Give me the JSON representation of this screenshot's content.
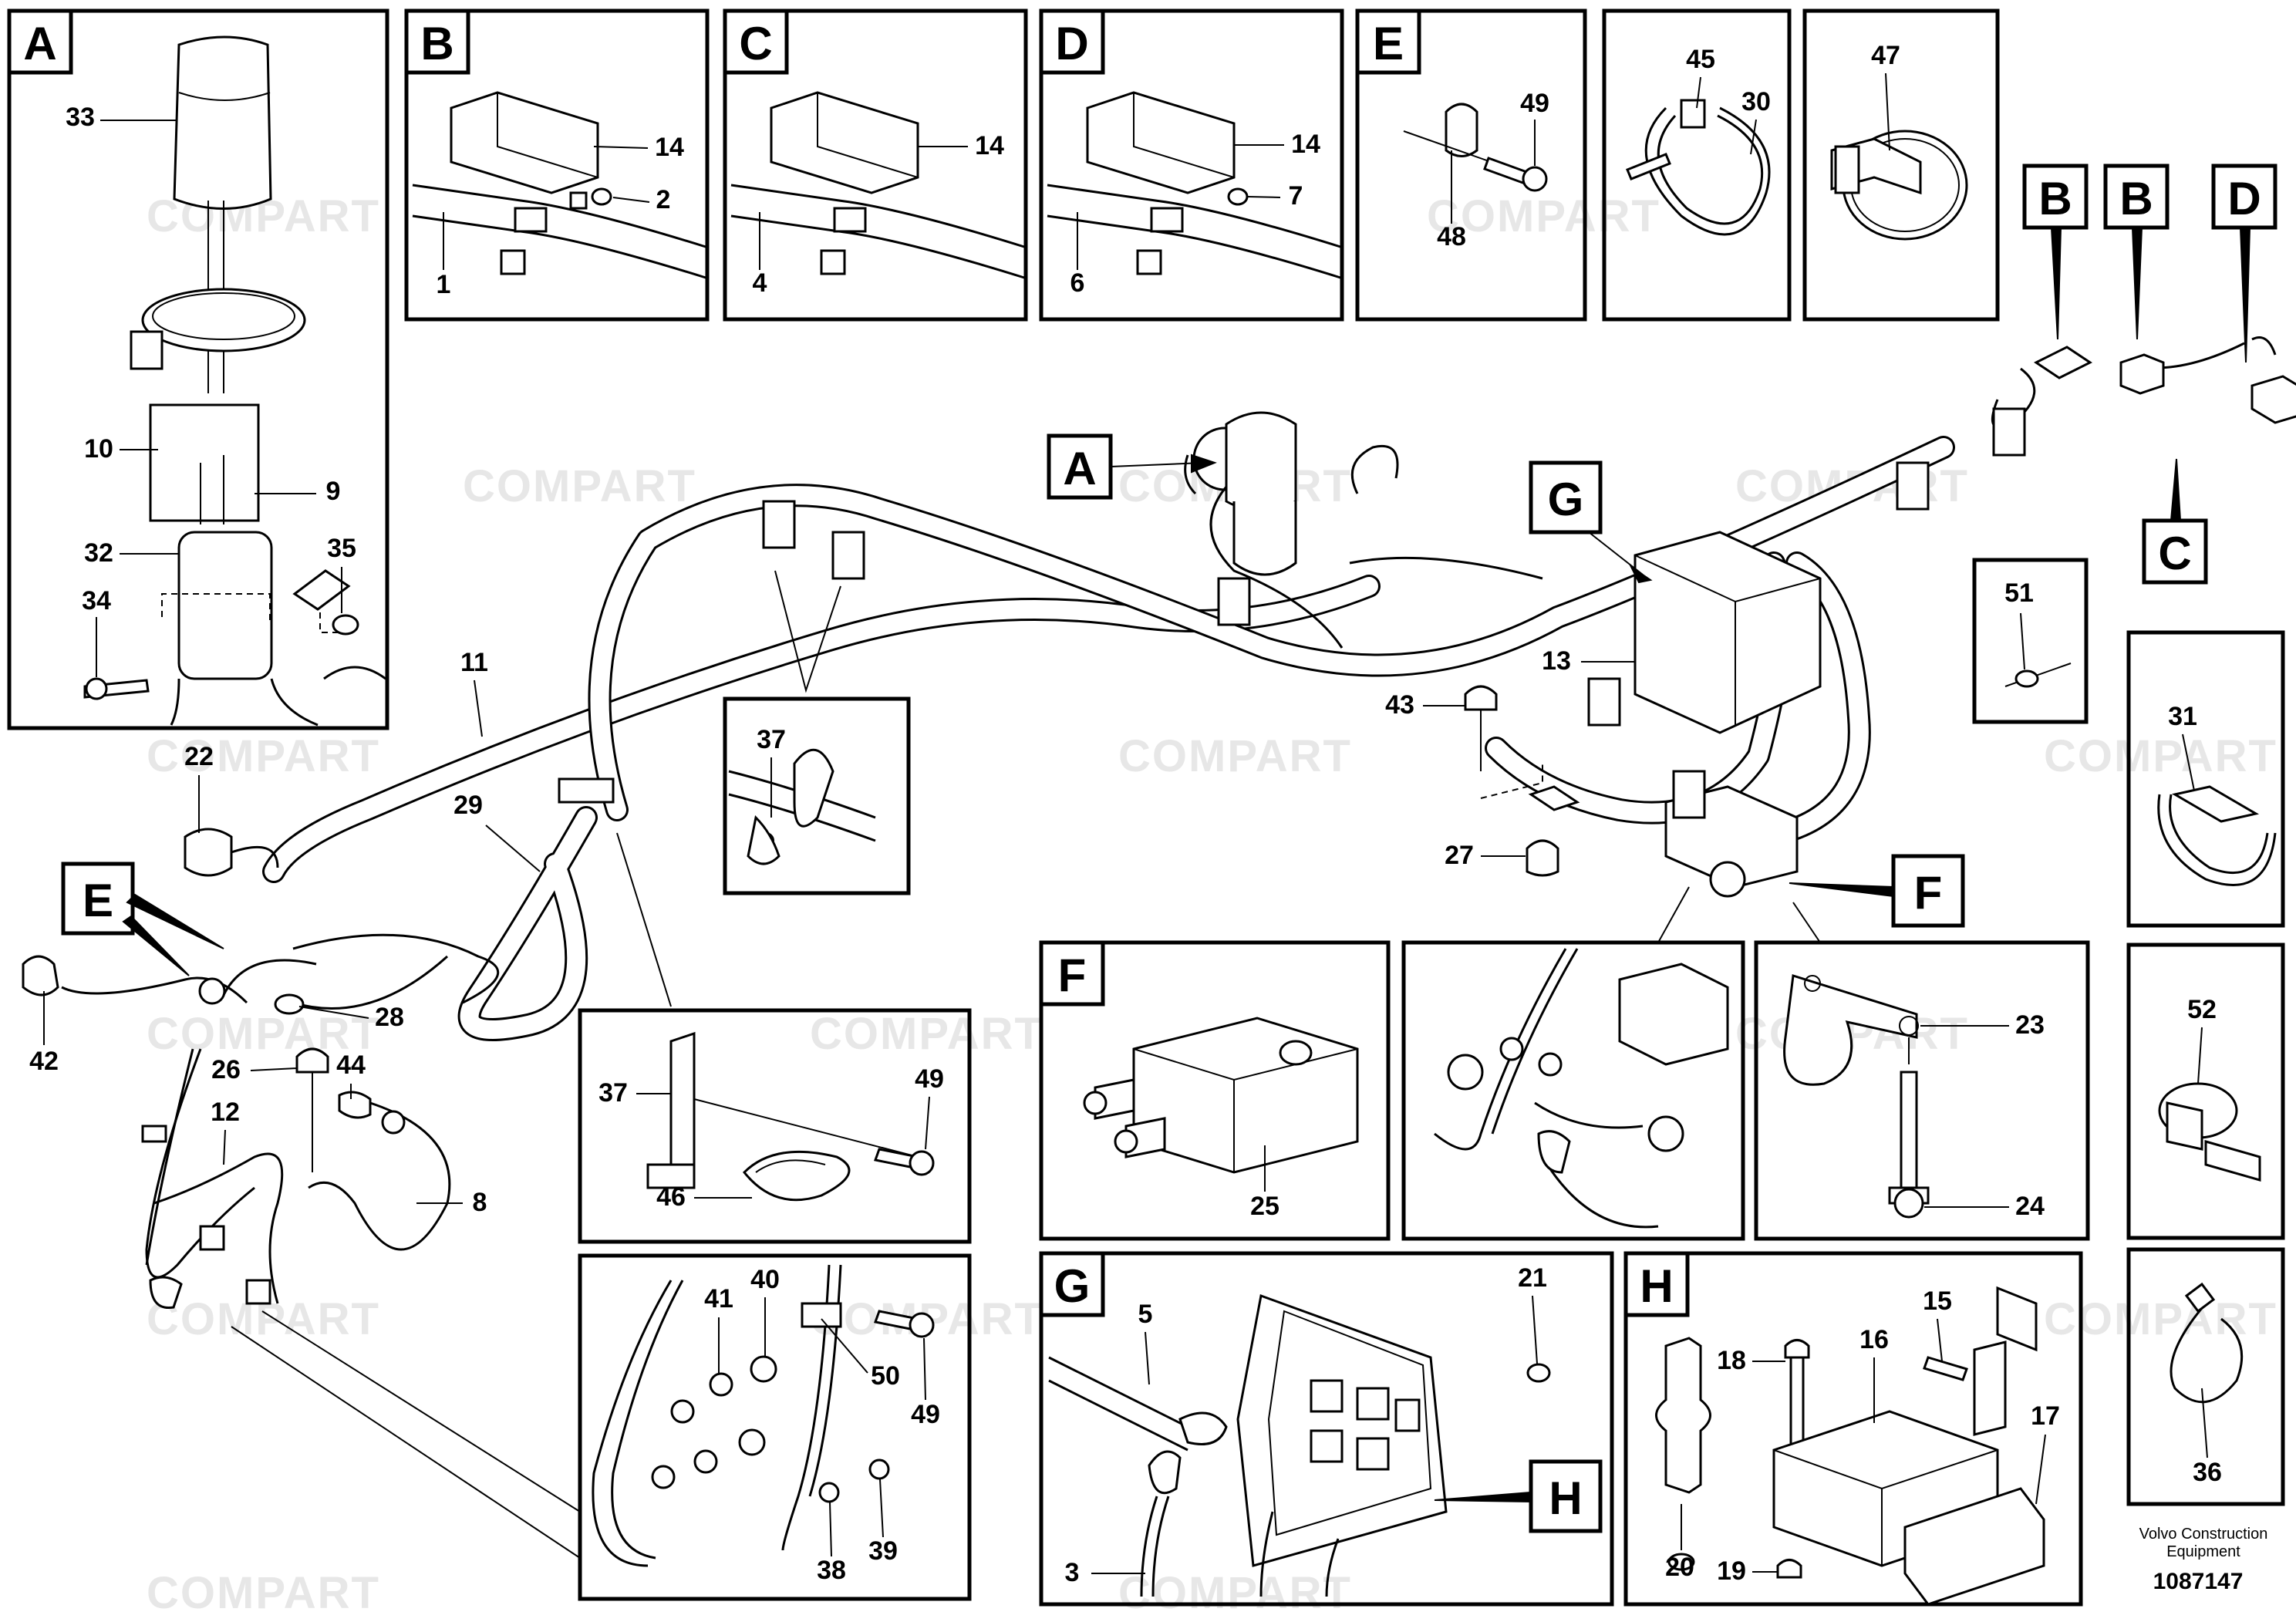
{
  "diagram": {
    "watermark": "COMPART",
    "footer": {
      "brand_line1": "Volvo Construction",
      "brand_line2": "Equipment",
      "drawing_number": "1087147"
    },
    "panels": [
      {
        "id": "A",
        "label": "A"
      },
      {
        "id": "B",
        "label": "B"
      },
      {
        "id": "C",
        "label": "C"
      },
      {
        "id": "D",
        "label": "D"
      },
      {
        "id": "E",
        "label": "E"
      },
      {
        "id": "F",
        "label": "F"
      },
      {
        "id": "G",
        "label": "G"
      },
      {
        "id": "H",
        "label": "H"
      }
    ],
    "callout_tags": [
      "A",
      "B",
      "B",
      "D",
      "C",
      "G",
      "E",
      "F",
      "H"
    ],
    "part_numbers": {
      "p1": "1",
      "p2": "2",
      "p3": "3",
      "p4": "4",
      "p5": "5",
      "p6": "6",
      "p7": "7",
      "p8": "8",
      "p9": "9",
      "p10": "10",
      "p11": "11",
      "p12": "12",
      "p13": "13",
      "p14a": "14",
      "p14b": "14",
      "p14c": "14",
      "p15": "15",
      "p16": "16",
      "p17": "17",
      "p18": "18",
      "p19": "19",
      "p20": "20",
      "p21": "21",
      "p22": "22",
      "p23": "23",
      "p24": "24",
      "p25": "25",
      "p26": "26",
      "p27": "27",
      "p28": "28",
      "p29": "29",
      "p30": "30",
      "p31": "31",
      "p32": "32",
      "p33": "33",
      "p34": "34",
      "p35": "35",
      "p36": "36",
      "p37a": "37",
      "p37b": "37",
      "p38": "38",
      "p39": "39",
      "p40": "40",
      "p41": "41",
      "p42": "42",
      "p43": "43",
      "p44": "44",
      "p45": "45",
      "p46": "46",
      "p47": "47",
      "p48": "48",
      "p49a": "49",
      "p49b": "49",
      "p49c": "49",
      "p50": "50",
      "p51": "51",
      "p52": "52"
    }
  }
}
